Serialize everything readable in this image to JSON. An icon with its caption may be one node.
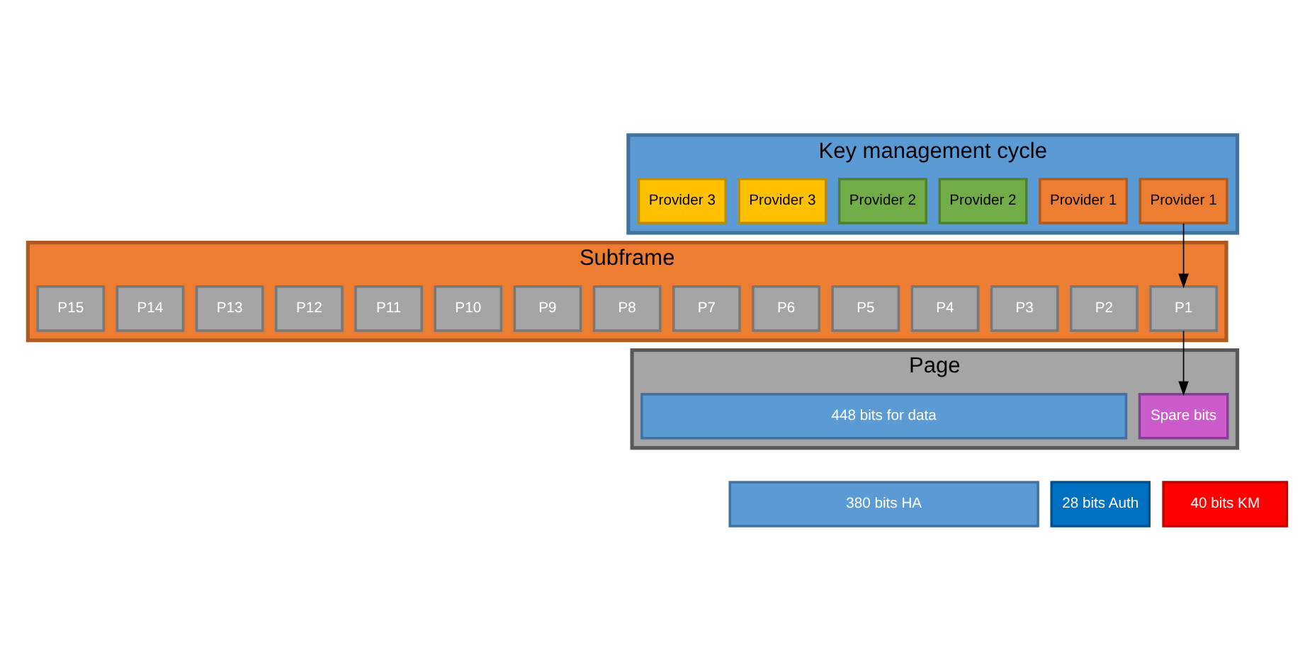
{
  "diagram": {
    "nodes": [
      {
        "text": [
          "Key management cycle"
        ]
      },
      {
        "text": [
          "Provider 1"
        ],
        "in": 0
      },
      {
        "text": [
          "Provider 1"
        ],
        "in": 0
      },
      {
        "text": [
          "Provider 2"
        ],
        "in": 0
      },
      {
        "text": [
          "Provider 2"
        ],
        "in": 0
      },
      {
        "text": [
          "Provider 3"
        ],
        "in": 0
      },
      {
        "text": [
          "Provider 3"
        ],
        "in": 0
      },
      {
        "text": [
          "Subframe"
        ]
      },
      {
        "text": [
          "P1"
        ],
        "in": 7
      },
      {
        "text": [
          "P2"
        ],
        "in": 7
      },
      {
        "text": [
          "P3"
        ],
        "in": 7
      },
      {
        "text": [
          "P4"
        ],
        "in": 7
      },
      {
        "text": [
          "P5"
        ],
        "in": 7
      },
      {
        "text": [
          "P6"
        ],
        "in": 7
      },
      {
        "text": [
          "P7"
        ],
        "in": 7
      },
      {
        "text": [
          "P8"
        ],
        "in": 7
      },
      {
        "text": [
          "P9"
        ],
        "in": 7
      },
      {
        "text": [
          "P10"
        ],
        "in": 7
      },
      {
        "text": [
          "P11"
        ],
        "in": 7
      },
      {
        "text": [
          "P12"
        ],
        "in": 7
      },
      {
        "text": [
          "P13"
        ],
        "in": 7
      },
      {
        "text": [
          "P14"
        ],
        "in": 7
      },
      {
        "text": [
          "P15"
        ],
        "in": 7
      },
      {
        "text": [
          "Page"
        ]
      },
      {
        "text": [
          "Spare bits"
        ],
        "in": 23
      },
      {
        "text": [
          "448 bits for data"
        ],
        "in": 23
      },
      {
        "text": [
          "380 bits HA"
        ]
      },
      {
        "text": [
          "28 bits Auth"
        ]
      },
      {
        "text": [
          "40 bits KM"
        ]
      }
    ],
    "edges": [
      {
        "from": 1,
        "to": 8,
        "arrow": "to"
      },
      {
        "from": 8,
        "to": 24,
        "arrow": "to"
      }
    ]
  }
}
